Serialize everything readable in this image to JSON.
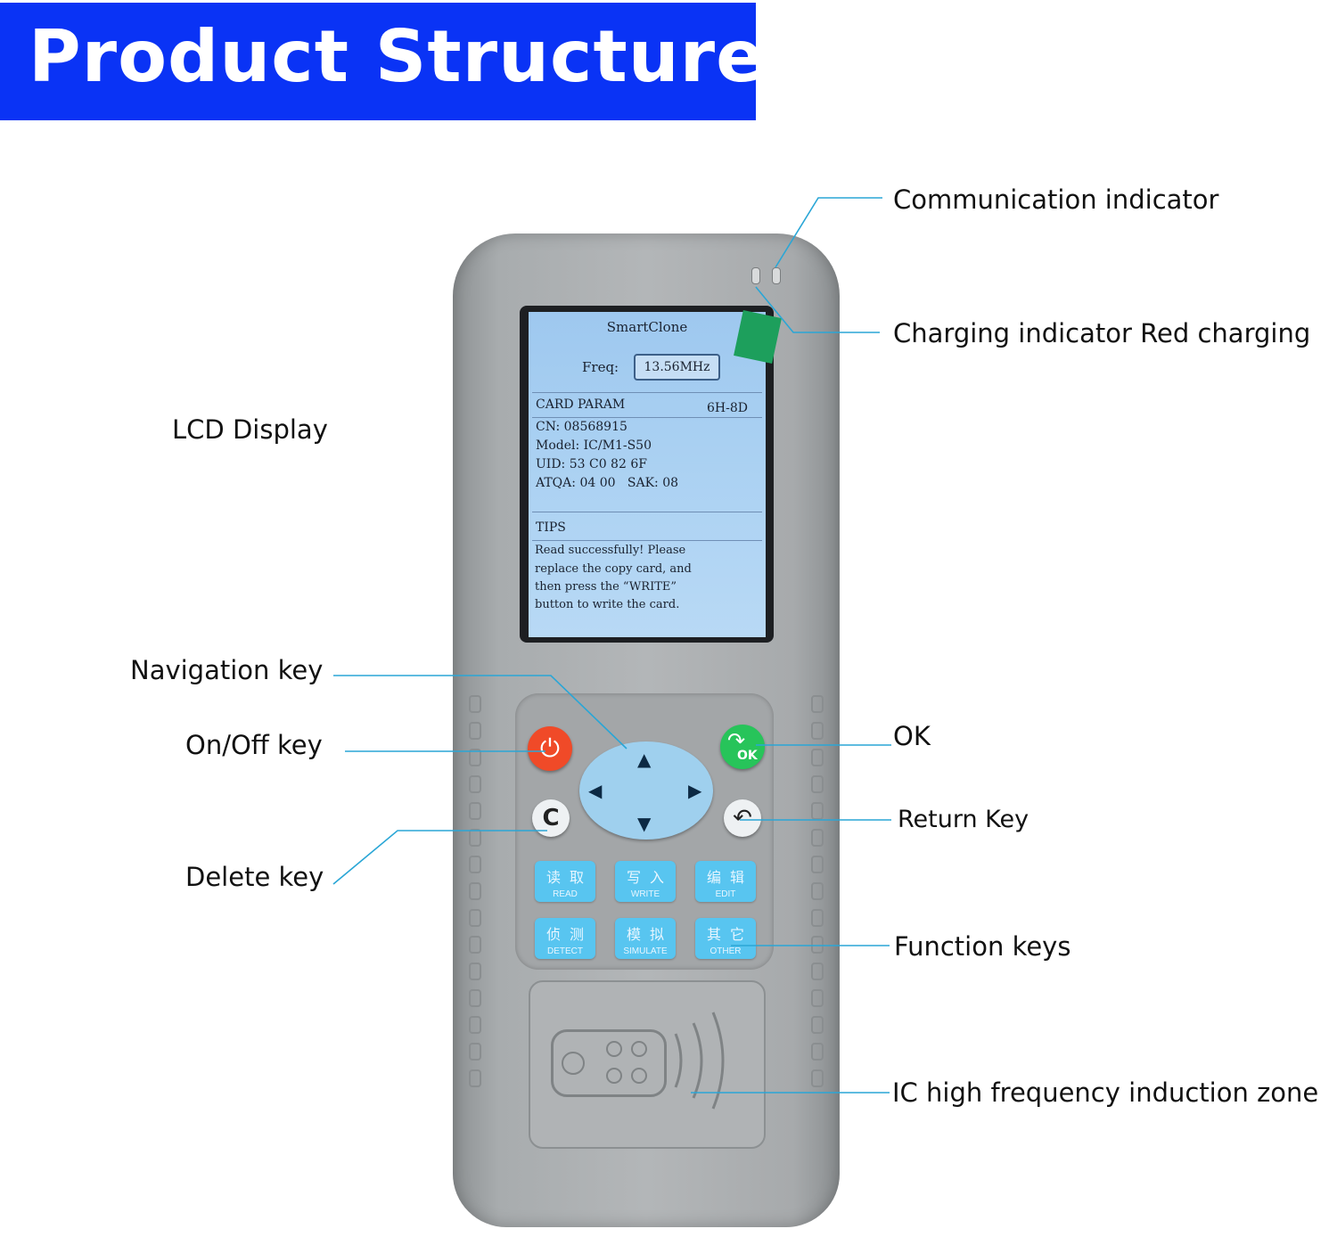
{
  "banner": {
    "title": "Product Structure"
  },
  "labels": {
    "communication_indicator": "Communication indicator",
    "charging_indicator": "Charging indicator Red charging",
    "lcd_display": "LCD Display",
    "navigation_key": "Navigation key",
    "on_off_key": "On/Off key",
    "delete_key": "Delete key",
    "ok": "OK",
    "return_key": "Return Key",
    "function_keys": "Function keys",
    "ic_zone": "IC high frequency induction zone"
  },
  "screen": {
    "title": "SmartClone",
    "freq_label": "Freq:",
    "freq_value": "13.56MHz",
    "card_param": "CARD PARAM",
    "card_param_right": "6H-8D",
    "cn": "CN: 08568915",
    "model": "Model: IC/M1-S50",
    "uid": "UID: 53 C0 82 6F",
    "atqa": "ATQA: 04 00   SAK: 08",
    "tips_header": "TIPS",
    "tip_line1": "Read successfully! Please",
    "tip_line2": "replace the copy card, and",
    "tip_line3": "then press the “WRITE”",
    "tip_line4": "button to write the card."
  },
  "keys": {
    "ok_label": "OK",
    "c_label": "C",
    "read_cn": "读取",
    "read_en": "READ",
    "write_cn": "写入",
    "write_en": "WRITE",
    "edit_cn": "编辑",
    "edit_en": "EDIT",
    "detect_cn": "侦测",
    "detect_en": "DETECT",
    "simulate_cn": "模拟",
    "simulate_en": "SIMULATE",
    "other_cn": "其它",
    "other_en": "OTHER"
  },
  "colors": {
    "banner": "#0a33f5",
    "leader_line": "#2aa6d6",
    "power_key": "#f04a28",
    "ok_key": "#27c45a",
    "function_key": "#58c5f0"
  }
}
